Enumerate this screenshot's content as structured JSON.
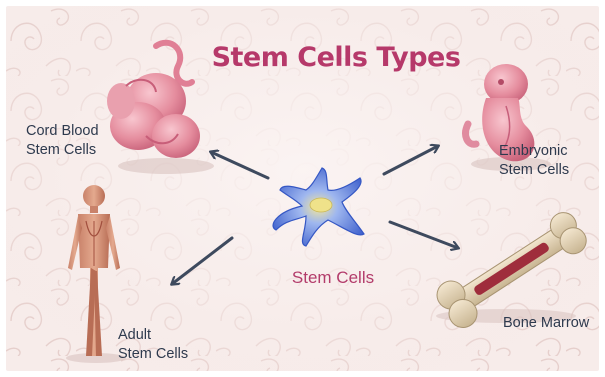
{
  "diagram": {
    "title": "Stem Cells Types",
    "center": {
      "label": "Stem Cells",
      "icon": "stem-cell-icon"
    },
    "branches": [
      {
        "id": "cord-blood",
        "line1": "Cord Blood",
        "line2": "Stem Cells",
        "icon": "fetus-icon"
      },
      {
        "id": "embryonic",
        "line1": "Embryonic",
        "line2": "Stem Cells",
        "icon": "embryo-icon"
      },
      {
        "id": "adult",
        "line1": "Adult",
        "line2": "Stem Cells",
        "icon": "human-body-icon"
      },
      {
        "id": "bone-marrow",
        "line1": "Bone Marrow",
        "icon": "bone-icon"
      }
    ],
    "colors": {
      "title": "#b6396a",
      "center_label": "#b33c6b",
      "labels": "#2e3a4e",
      "arrows": "#3e4a5e",
      "background": "#f7ecea",
      "cell": "#4b6fd6"
    }
  }
}
